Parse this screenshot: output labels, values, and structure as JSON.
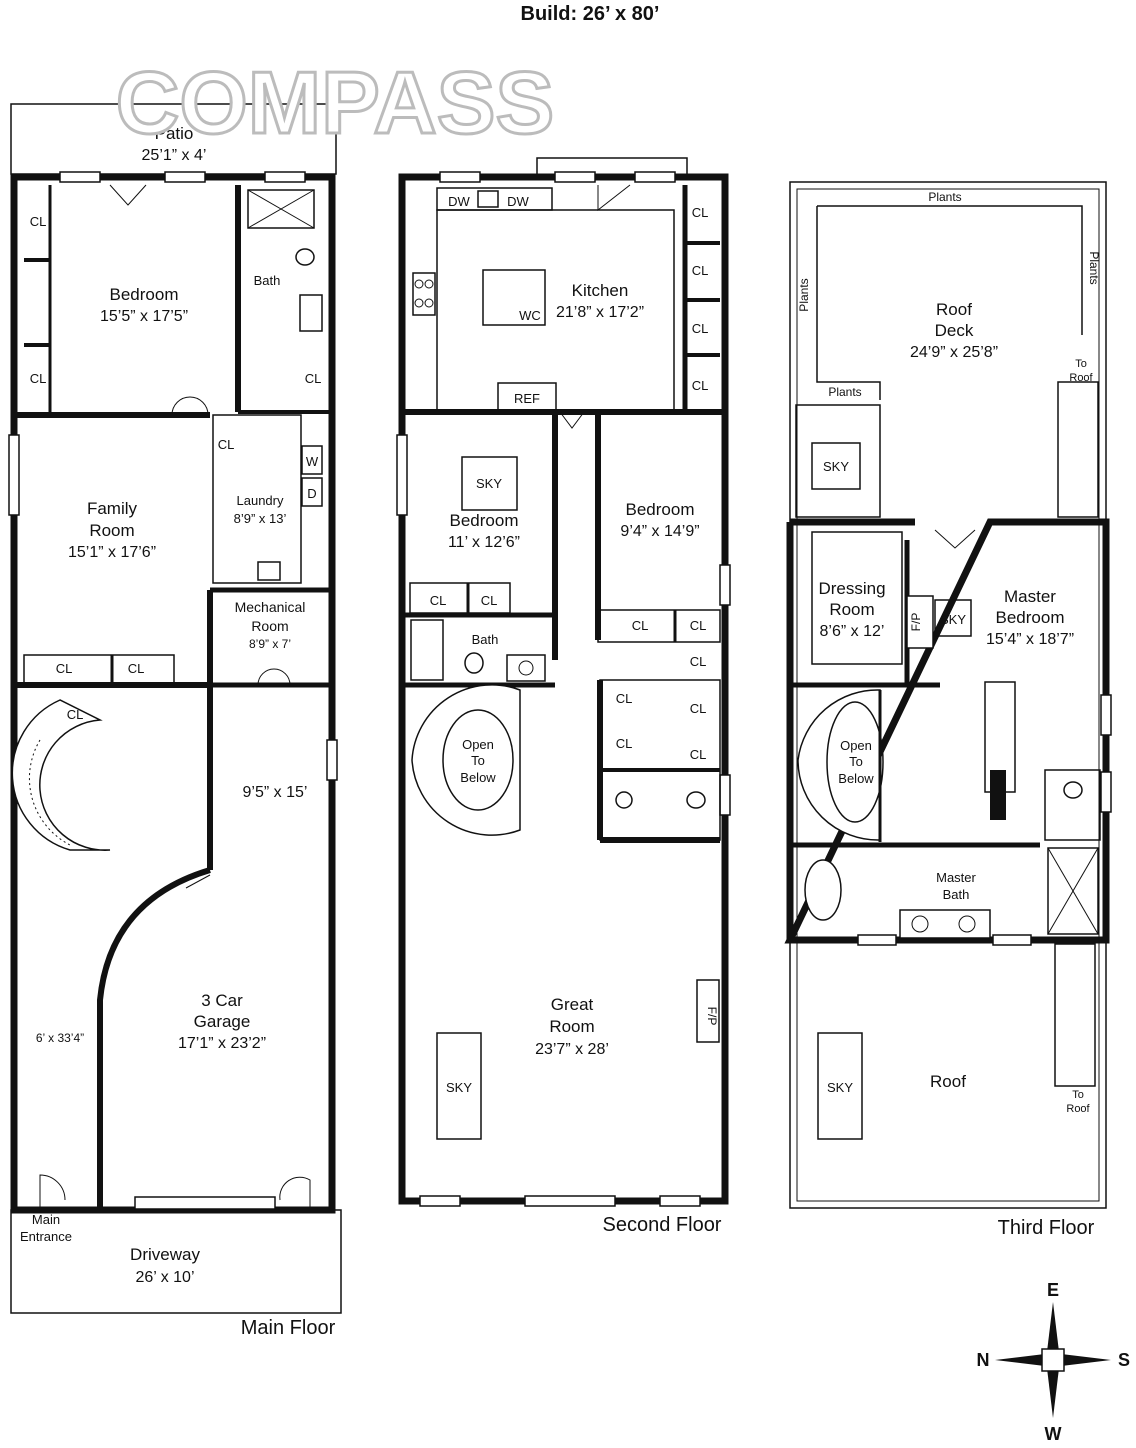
{
  "title": "Build: 26’ x 80’",
  "brand_watermark": "COMPASS",
  "main_floor": {
    "caption": "Main Floor",
    "patio_name": "Patio",
    "patio_dims": "25’1” x 4’",
    "bedroom": "Bedroom",
    "bedroom_dims": "15’5” x 17’5”",
    "bath": "Bath",
    "family_1": "Family",
    "family_2": "Room",
    "family_dims": "15’1” x 17’6”",
    "laundry": "Laundry",
    "laundry_dims": "8’9” x 13’",
    "washer": "W",
    "dryer": "D",
    "mechanical_1": "Mechanical",
    "mechanical_2": "Room",
    "mechanical_dims": "8’9” x 7’",
    "side_dims": "9’5” x 15’",
    "hall_dims": "6’ x 33’4”",
    "garage_1": "3 Car",
    "garage_2": "Garage",
    "garage_dims": "17’1” x 23’2”",
    "entrance_1": "Main",
    "entrance_2": "Entrance",
    "driveway": "Driveway",
    "driveway_dims": "26’ x 10’",
    "closet": "CL"
  },
  "second_floor": {
    "caption": "Second Floor",
    "kitchen": "Kitchen",
    "kitchen_dims": "21’8” x 17’2”",
    "dishwasher": "DW",
    "wc": "WC",
    "ref": "REF",
    "bedroom_a": "Bedroom",
    "bedroom_a_dims": "11’ x 12’6”",
    "bedroom_b": "Bedroom",
    "bedroom_b_dims": "9’4” x 14’9”",
    "sky": "SKY",
    "bath": "Bath",
    "open_1": "Open",
    "open_2": "To",
    "open_3": "Below",
    "great_1": "Great",
    "great_2": "Room",
    "great_dims": "23’7” x 28’",
    "fireplace": "F/P",
    "closet": "CL"
  },
  "third_floor": {
    "caption": "Third Floor",
    "plants": "Plants",
    "roof_deck_1": "Roof",
    "roof_deck_2": "Deck",
    "roof_deck_dims": "24’9” x 25’8”",
    "to_roof_1": "To",
    "to_roof_2": "Roof",
    "sky": "SKY",
    "dressing_1": "Dressing",
    "dressing_2": "Room",
    "dressing_dims": "8’6” x 12’",
    "fireplace": "F/P",
    "master_1": "Master",
    "master_2": "Bedroom",
    "master_dims": "15’4” x 18’7”",
    "open_1": "Open",
    "open_2": "To",
    "open_3": "Below",
    "master_bath_1": "Master",
    "master_bath_2": "Bath",
    "roof": "Roof"
  },
  "compass": {
    "north": "N",
    "south": "S",
    "east": "E",
    "west": "W"
  }
}
